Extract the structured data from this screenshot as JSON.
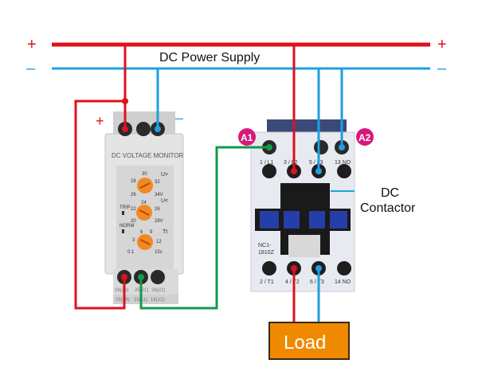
{
  "title": "DC Power Supply",
  "rails": {
    "plus_left": "+",
    "plus_right": "+",
    "minus_left": "–",
    "minus_right": "–",
    "positive_color": "#e0101c",
    "negative_color": "#1ea0e0"
  },
  "monitor": {
    "name": "DC VOLTAGE MONITOR",
    "plus_label": "+",
    "minus_label": "–",
    "dial_over": {
      "label": "U>",
      "ticks": [
        "26",
        "28",
        "30",
        "32",
        "34V"
      ]
    },
    "dial_under": {
      "label": "U<",
      "ticks": [
        "20",
        "22",
        "24",
        "26",
        "28V"
      ]
    },
    "dial_time": {
      "label": "Tt",
      "ticks": [
        "0.1",
        "3",
        "6",
        "9",
        "12",
        "15s"
      ]
    },
    "trip_label": "TRIP",
    "norm_label": "NORM",
    "terminals_top": [
      "28(24)",
      "25(21)",
      "26(22)"
    ],
    "terminals_bottom": [
      "16(14)",
      "15(11)",
      "16(12)"
    ]
  },
  "contactor": {
    "name_line1": "DC",
    "name_line2": "Contactor",
    "model_line1": "NC1-",
    "model_line2": "1810Z",
    "a1": "A1",
    "a2": "A2",
    "top_terminals": [
      "1 / L1",
      "3 / L2",
      "5 / L3",
      "13 NO"
    ],
    "bottom_terminals": [
      "2 / T1",
      "4 / T2",
      "6 / T3",
      "14 NO"
    ],
    "badge_color": "#d6187c"
  },
  "load": {
    "label": "Load",
    "color": "#ef8a00"
  },
  "wire_green": "#139a4a"
}
